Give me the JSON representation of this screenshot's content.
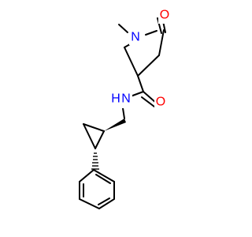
{
  "molecule": {
    "atom_labels": {
      "n_ring": "N",
      "o_ketone": "O",
      "o_amide": "O",
      "n_amide": "N",
      "h_amide": "H"
    },
    "colors": {
      "bond": "#000000",
      "nitrogen": "#0000ff",
      "oxygen": "#ff0000"
    }
  }
}
